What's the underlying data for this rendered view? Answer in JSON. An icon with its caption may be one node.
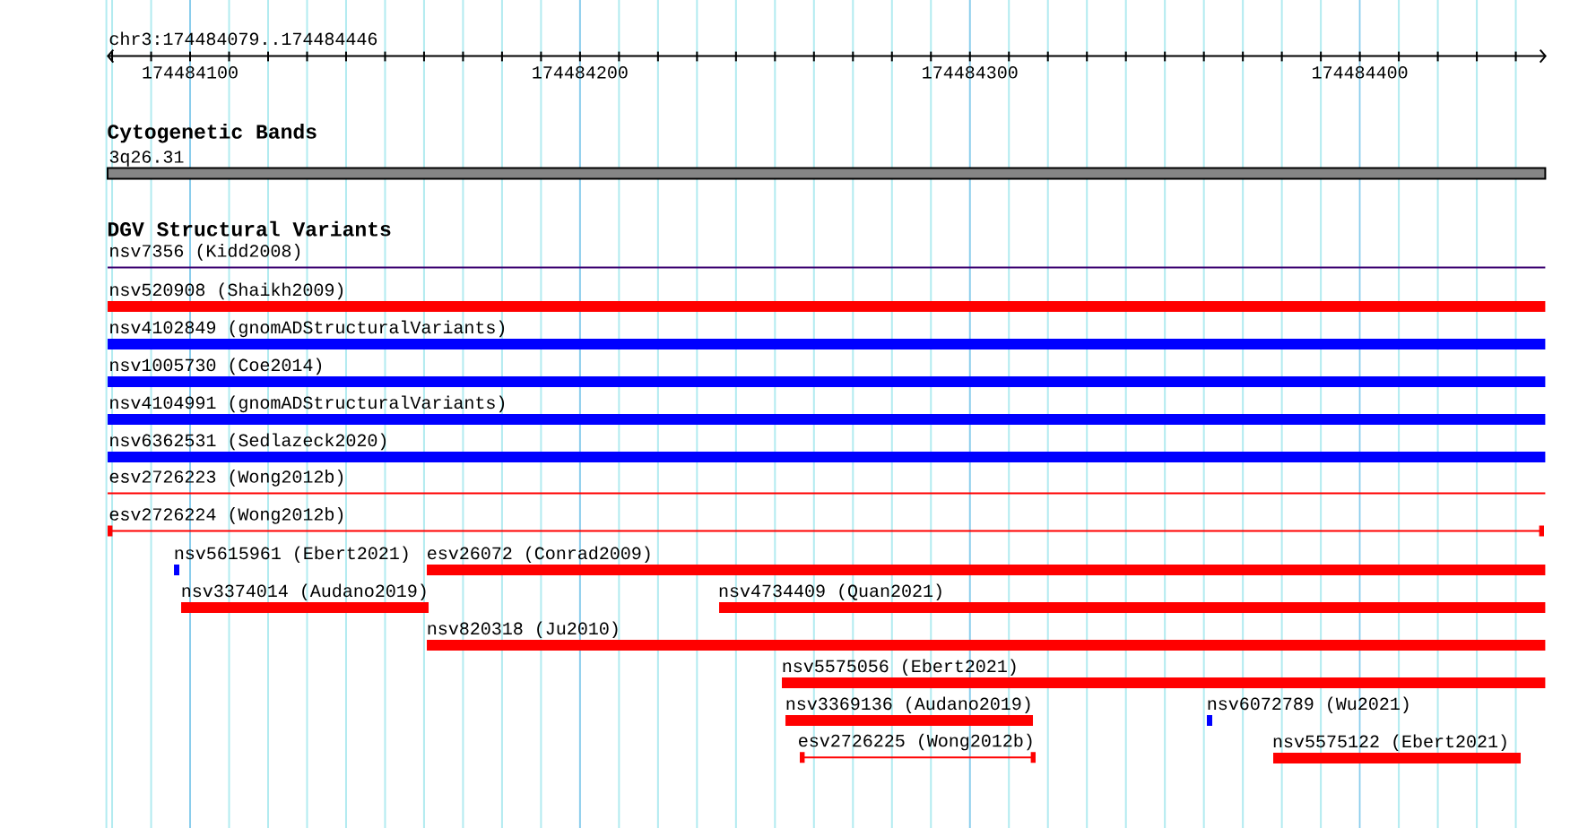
{
  "diagram": {
    "nodes": [
      {
        "text": [
          "3q26.31"
        ]
      },
      {
        "text": [
          "nsv7356 (Kidd2008)"
        ]
      },
      {
        "text": [
          "nsv520908 (Shaikh2009)"
        ]
      },
      {
        "text": [
          "nsv4102849 (gnomADStructuralVariants)"
        ]
      },
      {
        "text": [
          "nsv1005730 (Coe2014)"
        ]
      },
      {
        "text": [
          "nsv4104991 (gnomADStructuralVariants)"
        ]
      },
      {
        "text": [
          "nsv6362531 (Sedlazeck2020)"
        ]
      },
      {
        "text": [
          "esv2726223 (Wong2012b)"
        ]
      },
      {
        "text": [
          "esv2726224 (Wong2012b)"
        ]
      },
      {
        "text": [
          "nsv5615961 (Ebert2021)"
        ]
      },
      {
        "text": [
          "esv26072 (Conrad2009)"
        ]
      },
      {
        "text": [
          "nsv3374014 (Audano2019)"
        ]
      },
      {
        "text": [
          "nsv4734409 (Quan2021)"
        ]
      },
      {
        "text": [
          "nsv820318 (Ju2010)"
        ]
      },
      {
        "text": [
          "nsv5575056 (Ebert2021)"
        ]
      },
      {
        "text": [
          "nsv3369136 (Audano2019)"
        ]
      },
      {
        "text": [
          "nsv6072789 (Wu2021)"
        ]
      },
      {
        "text": [
          "esv2726225 (Wong2012b)"
        ]
      },
      {
        "text": [
          "nsv5575122 (Ebert2021)"
        ]
      }
    ],
    "labels": [
      "chr3:174484079..174484446",
      "174484100",
      "174484200",
      "174484300",
      "174484400",
      "Cytogenetic Bands",
      "DGV Structural Variants"
    ]
  }
}
